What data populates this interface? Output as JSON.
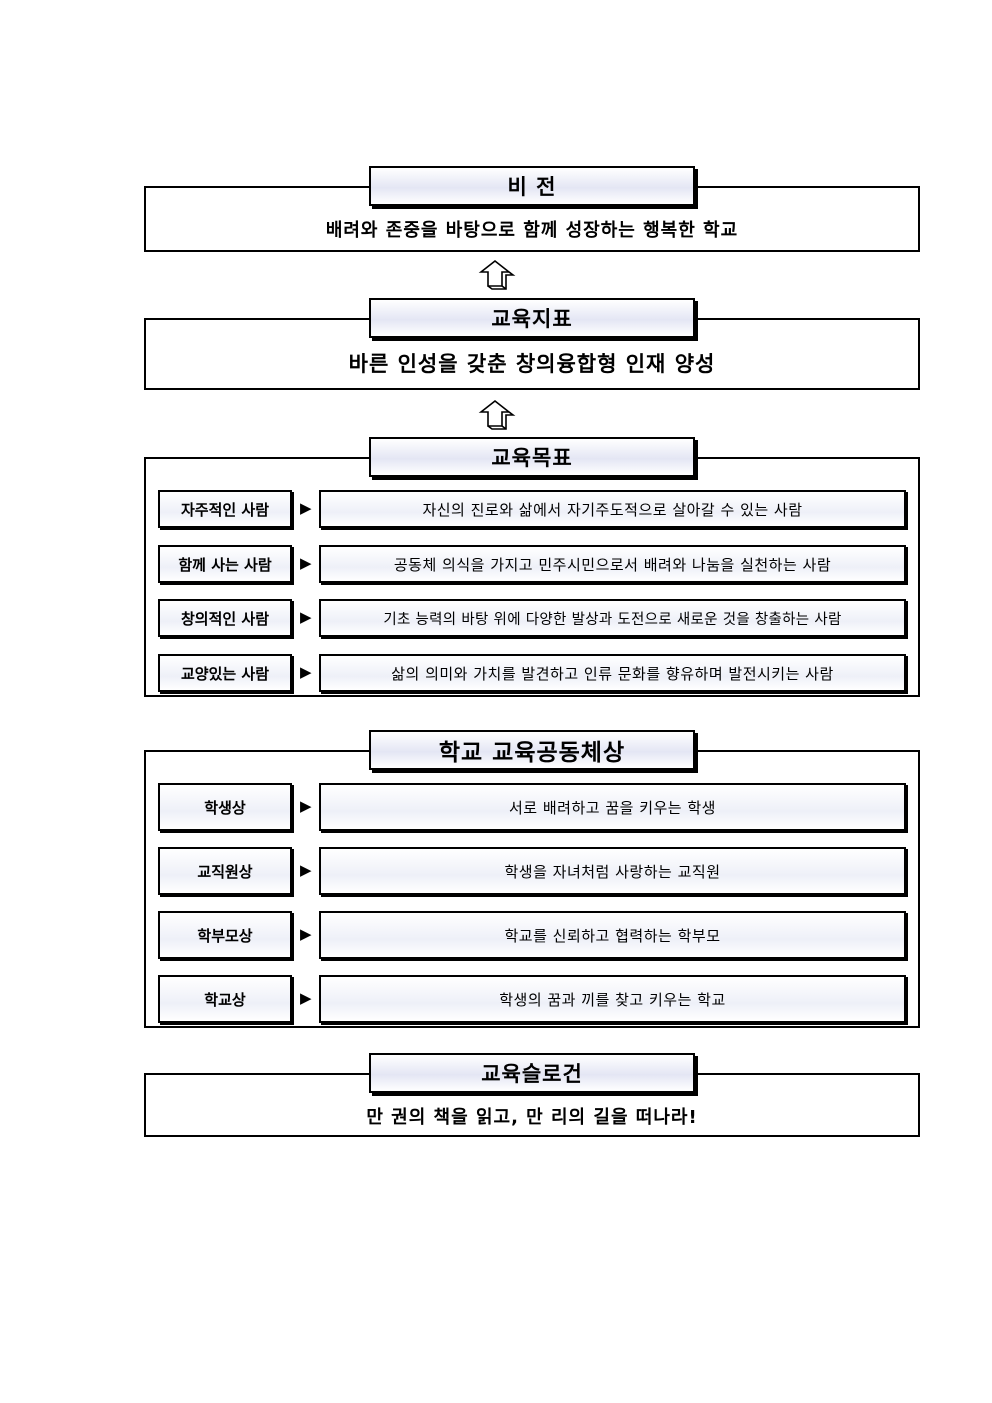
{
  "vision": {
    "title": "비 전",
    "text": "배려와 존중을 바탕으로 함께 성장하는 행복한 학교"
  },
  "edu_indicator": {
    "title": "교육지표",
    "text": "바른 인성을 갖춘 창의융합형 인재 양성"
  },
  "edu_goals": {
    "title": "교육목표",
    "marker": "▶",
    "rows": [
      {
        "label": "자주적인 사람",
        "desc": "자신의 진로와 삶에서 자기주도적으로 살아갈 수 있는 사람"
      },
      {
        "label": "함께 사는 사람",
        "desc": "공동체 의식을 가지고 민주시민으로서 배려와 나눔을 실천하는 사람"
      },
      {
        "label": "창의적인 사람",
        "desc": "기초 능력의 바탕 위에 다양한 발상과 도전으로 새로운 것을 창출하는 사람"
      },
      {
        "label": "교양있는 사람",
        "desc": "삶의 의미와 가치를 발견하고 인류 문화를 향유하며 발전시키는 사람"
      }
    ]
  },
  "community": {
    "title": "학교 교육공동체상",
    "marker": "▶",
    "rows": [
      {
        "label": "학생상",
        "desc": "서로 배려하고 꿈을 키우는 학생"
      },
      {
        "label": "교직원상",
        "desc": "학생을 자녀처럼 사랑하는 교직원"
      },
      {
        "label": "학부모상",
        "desc": "학교를 신뢰하고 협력하는 학부모"
      },
      {
        "label": "학교상",
        "desc": "학생의 꿈과 끼를 찾고 키우는 학교"
      }
    ]
  },
  "slogan": {
    "title": "교육슬로건",
    "text": "만 권의 책을 읽고, 만 리의 길을 떠나라!"
  }
}
